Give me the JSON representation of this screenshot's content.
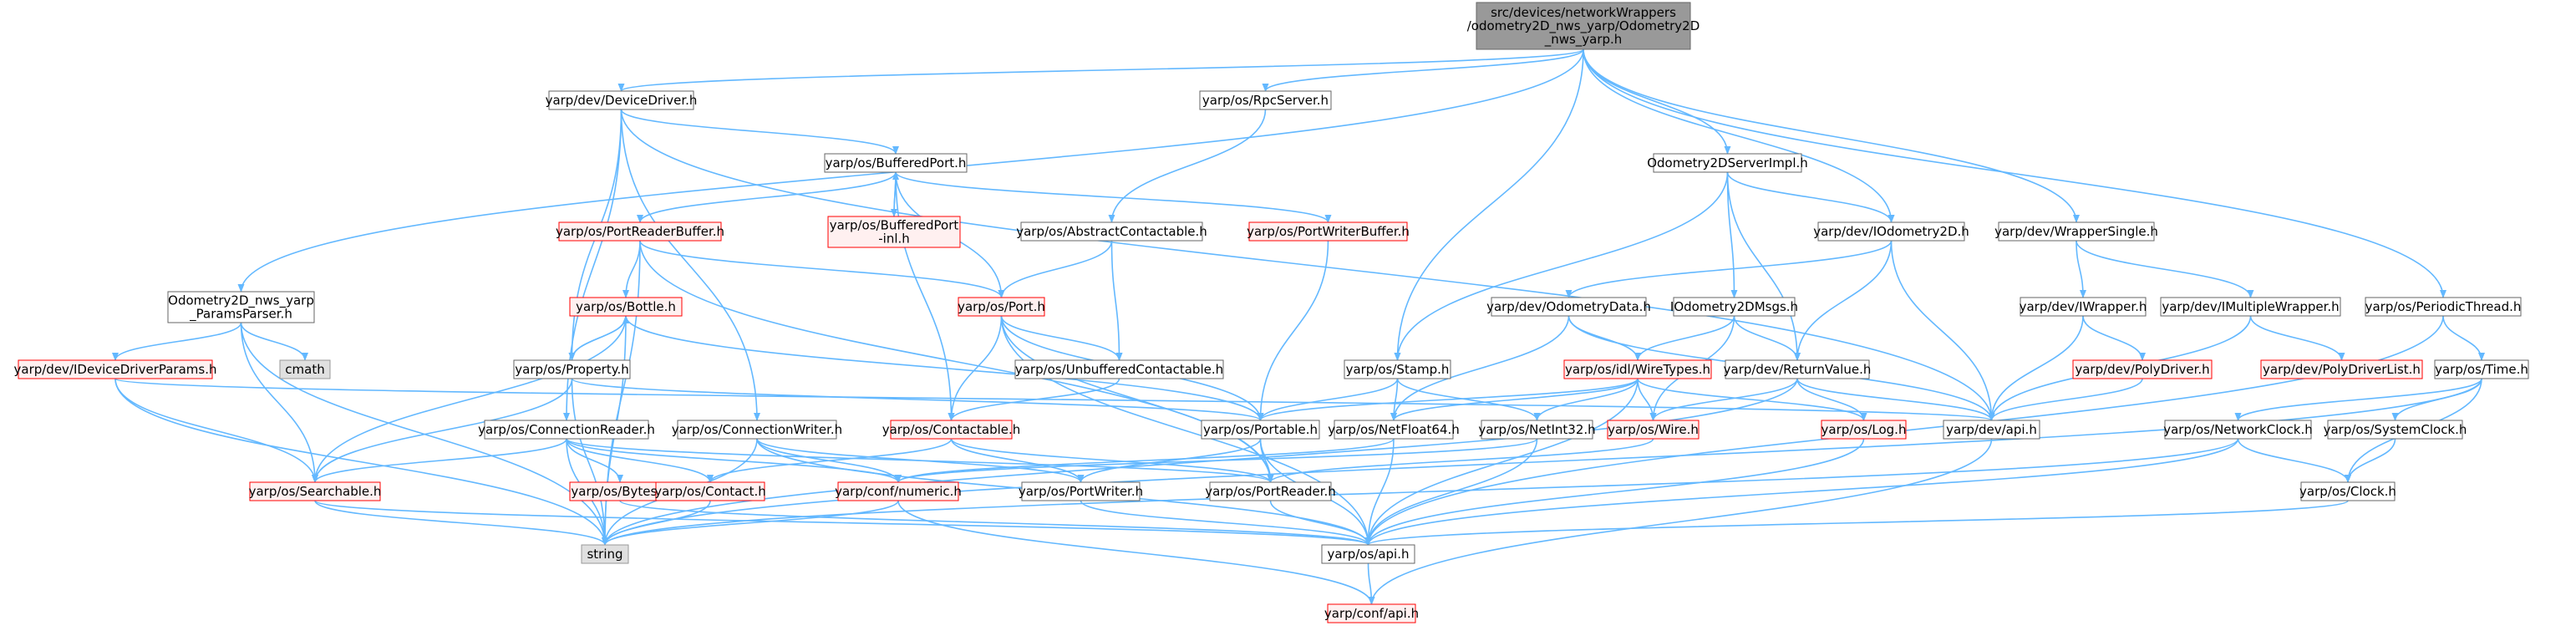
{
  "graph": {
    "colors": {
      "edge": "#63b8ff",
      "root_fill": "#999999",
      "root_border": "#666666",
      "normal_fill": "#ffffff",
      "normal_border": "#666666",
      "truncated_fill": "#fff0f0",
      "truncated_border": "#ff0000",
      "external_fill": "#e0e0e0",
      "external_border": "#999999"
    },
    "nodes": [
      {
        "id": "root",
        "label": [
          "src/devices/networkWrappers",
          "/odometry2D_nws_yarp/Odometry2D",
          "_nws_yarp.h"
        ],
        "style": "root"
      },
      {
        "id": "devicedriver",
        "label": [
          "yarp/dev/DeviceDriver.h"
        ],
        "style": "normal"
      },
      {
        "id": "rpcserver",
        "label": [
          "yarp/os/RpcServer.h"
        ],
        "style": "normal"
      },
      {
        "id": "odoserverimpl",
        "label": [
          "Odometry2DServerImpl.h"
        ],
        "style": "normal"
      },
      {
        "id": "bufferedport",
        "label": [
          "yarp/os/BufferedPort.h"
        ],
        "style": "normal"
      },
      {
        "id": "bufferedportinl",
        "label": [
          "yarp/os/BufferedPort",
          "-inl.h"
        ],
        "style": "truncated"
      },
      {
        "id": "abstractcontactable",
        "label": [
          "yarp/os/AbstractContactable.h"
        ],
        "style": "normal"
      },
      {
        "id": "portwriterbuffer",
        "label": [
          "yarp/os/PortWriterBuffer.h"
        ],
        "style": "truncated"
      },
      {
        "id": "portreaderbuffer",
        "label": [
          "yarp/os/PortReaderBuffer.h"
        ],
        "style": "truncated"
      },
      {
        "id": "iodometry2d",
        "label": [
          "yarp/dev/IOdometry2D.h"
        ],
        "style": "normal"
      },
      {
        "id": "wrappersingle",
        "label": [
          "yarp/dev/WrapperSingle.h"
        ],
        "style": "normal"
      },
      {
        "id": "paramsparser",
        "label": [
          "Odometry2D_nws_yarp",
          "_ParamsParser.h"
        ],
        "style": "normal"
      },
      {
        "id": "bottle",
        "label": [
          "yarp/os/Bottle.h"
        ],
        "style": "truncated"
      },
      {
        "id": "port",
        "label": [
          "yarp/os/Port.h"
        ],
        "style": "truncated"
      },
      {
        "id": "odometrydata",
        "label": [
          "yarp/dev/OdometryData.h"
        ],
        "style": "normal"
      },
      {
        "id": "iodomsgs",
        "label": [
          "IOdometry2DMsgs.h"
        ],
        "style": "normal"
      },
      {
        "id": "iwrapper",
        "label": [
          "yarp/dev/IWrapper.h"
        ],
        "style": "normal"
      },
      {
        "id": "imultiplewrapper",
        "label": [
          "yarp/dev/IMultipleWrapper.h"
        ],
        "style": "normal"
      },
      {
        "id": "periodicthread",
        "label": [
          "yarp/os/PeriodicThread.h"
        ],
        "style": "normal"
      },
      {
        "id": "cmath",
        "label": [
          "cmath"
        ],
        "style": "external"
      },
      {
        "id": "ideviceparams",
        "label": [
          "yarp/dev/IDeviceDriverParams.h"
        ],
        "style": "truncated"
      },
      {
        "id": "property",
        "label": [
          "yarp/os/Property.h"
        ],
        "style": "normal"
      },
      {
        "id": "unbuffered",
        "label": [
          "yarp/os/UnbufferedContactable.h"
        ],
        "style": "normal"
      },
      {
        "id": "stamp",
        "label": [
          "yarp/os/Stamp.h"
        ],
        "style": "normal"
      },
      {
        "id": "wiretypes",
        "label": [
          "yarp/os/idl/WireTypes.h"
        ],
        "style": "truncated"
      },
      {
        "id": "returnvalue",
        "label": [
          "yarp/dev/ReturnValue.h"
        ],
        "style": "normal"
      },
      {
        "id": "polydriver",
        "label": [
          "yarp/dev/PolyDriver.h"
        ],
        "style": "truncated"
      },
      {
        "id": "polydriverlist",
        "label": [
          "yarp/dev/PolyDriverList.h"
        ],
        "style": "truncated"
      },
      {
        "id": "time",
        "label": [
          "yarp/os/Time.h"
        ],
        "style": "normal"
      },
      {
        "id": "connreader",
        "label": [
          "yarp/os/ConnectionReader.h"
        ],
        "style": "normal"
      },
      {
        "id": "connwriter",
        "label": [
          "yarp/os/ConnectionWriter.h"
        ],
        "style": "normal"
      },
      {
        "id": "contactable",
        "label": [
          "yarp/os/Contactable.h"
        ],
        "style": "truncated"
      },
      {
        "id": "portable",
        "label": [
          "yarp/os/Portable.h"
        ],
        "style": "normal"
      },
      {
        "id": "netfloat64",
        "label": [
          "yarp/os/NetFloat64.h"
        ],
        "style": "normal"
      },
      {
        "id": "netint32",
        "label": [
          "yarp/os/NetInt32.h"
        ],
        "style": "normal"
      },
      {
        "id": "wire",
        "label": [
          "yarp/os/Wire.h"
        ],
        "style": "truncated"
      },
      {
        "id": "log",
        "label": [
          "yarp/os/Log.h"
        ],
        "style": "truncated"
      },
      {
        "id": "devapi",
        "label": [
          "yarp/dev/api.h"
        ],
        "style": "normal"
      },
      {
        "id": "networkclock",
        "label": [
          "yarp/os/NetworkClock.h"
        ],
        "style": "normal"
      },
      {
        "id": "systemclock",
        "label": [
          "yarp/os/SystemClock.h"
        ],
        "style": "normal"
      },
      {
        "id": "searchable",
        "label": [
          "yarp/os/Searchable.h"
        ],
        "style": "truncated"
      },
      {
        "id": "bytes",
        "label": [
          "yarp/os/Bytes.h"
        ],
        "style": "truncated"
      },
      {
        "id": "contact",
        "label": [
          "yarp/os/Contact.h"
        ],
        "style": "truncated"
      },
      {
        "id": "numeric",
        "label": [
          "yarp/conf/numeric.h"
        ],
        "style": "truncated"
      },
      {
        "id": "portwriter",
        "label": [
          "yarp/os/PortWriter.h"
        ],
        "style": "normal"
      },
      {
        "id": "portreader",
        "label": [
          "yarp/os/PortReader.h"
        ],
        "style": "normal"
      },
      {
        "id": "clock",
        "label": [
          "yarp/os/Clock.h"
        ],
        "style": "normal"
      },
      {
        "id": "string",
        "label": [
          "string"
        ],
        "style": "external"
      },
      {
        "id": "osapi",
        "label": [
          "yarp/os/api.h"
        ],
        "style": "normal"
      },
      {
        "id": "confapi",
        "label": [
          "yarp/conf/api.h"
        ],
        "style": "truncated"
      }
    ],
    "edges": [
      [
        "root",
        "devicedriver"
      ],
      [
        "root",
        "rpcserver"
      ],
      [
        "root",
        "odoserverimpl"
      ],
      [
        "root",
        "iodometry2d"
      ],
      [
        "root",
        "wrappersingle"
      ],
      [
        "root",
        "periodicthread"
      ],
      [
        "root",
        "paramsparser"
      ],
      [
        "root",
        "stamp"
      ],
      [
        "devicedriver",
        "bufferedport"
      ],
      [
        "devicedriver",
        "property"
      ],
      [
        "devicedriver",
        "connreader"
      ],
      [
        "devicedriver",
        "connwriter"
      ],
      [
        "devicedriver",
        "devapi"
      ],
      [
        "bufferedport",
        "bufferedportinl"
      ],
      [
        "bufferedportinl",
        "bufferedport"
      ],
      [
        "bufferedport",
        "portwriterbuffer"
      ],
      [
        "bufferedport",
        "portreaderbuffer"
      ],
      [
        "bufferedport",
        "port"
      ],
      [
        "bufferedport",
        "contactable"
      ],
      [
        "rpcserver",
        "abstractcontactable"
      ],
      [
        "abstractcontactable",
        "port"
      ],
      [
        "abstractcontactable",
        "unbuffered"
      ],
      [
        "portreaderbuffer",
        "bottle"
      ],
      [
        "portreaderbuffer",
        "port"
      ],
      [
        "portreaderbuffer",
        "string"
      ],
      [
        "portreaderbuffer",
        "portreader"
      ],
      [
        "portwriterbuffer",
        "portable"
      ],
      [
        "odoserverimpl",
        "iodometry2d"
      ],
      [
        "odoserverimpl",
        "iodomsgs"
      ],
      [
        "odoserverimpl",
        "stamp"
      ],
      [
        "odoserverimpl",
        "returnvalue"
      ],
      [
        "iodometry2d",
        "odometrydata"
      ],
      [
        "iodometry2d",
        "returnvalue"
      ],
      [
        "iodometry2d",
        "devapi"
      ],
      [
        "wrappersingle",
        "iwrapper"
      ],
      [
        "wrappersingle",
        "imultiplewrapper"
      ],
      [
        "iwrapper",
        "polydriver"
      ],
      [
        "iwrapper",
        "devapi"
      ],
      [
        "polydriver",
        "devapi"
      ],
      [
        "imultiplewrapper",
        "polydriverlist"
      ],
      [
        "imultiplewrapper",
        "devapi"
      ],
      [
        "periodicthread",
        "time"
      ],
      [
        "periodicthread",
        "osapi"
      ],
      [
        "paramsparser",
        "ideviceparams"
      ],
      [
        "paramsparser",
        "cmath"
      ],
      [
        "paramsparser",
        "searchable"
      ],
      [
        "paramsparser",
        "string"
      ],
      [
        "ideviceparams",
        "searchable"
      ],
      [
        "ideviceparams",
        "devapi"
      ],
      [
        "ideviceparams",
        "string"
      ],
      [
        "bottle",
        "property"
      ],
      [
        "property",
        "bottle"
      ],
      [
        "bottle",
        "portable"
      ],
      [
        "bottle",
        "searchable"
      ],
      [
        "bottle",
        "string"
      ],
      [
        "property",
        "searchable"
      ],
      [
        "property",
        "portable"
      ],
      [
        "property",
        "string"
      ],
      [
        "port",
        "unbuffered"
      ],
      [
        "port",
        "contactable"
      ],
      [
        "port",
        "portable"
      ],
      [
        "port",
        "portreader"
      ],
      [
        "port",
        "osapi"
      ],
      [
        "unbuffered",
        "contactable"
      ],
      [
        "odometrydata",
        "wiretypes"
      ],
      [
        "odometrydata",
        "netfloat64"
      ],
      [
        "odometrydata",
        "devapi"
      ],
      [
        "iodomsgs",
        "wiretypes"
      ],
      [
        "iodomsgs",
        "returnvalue"
      ],
      [
        "iodomsgs",
        "wire"
      ],
      [
        "wiretypes",
        "portable"
      ],
      [
        "wiretypes",
        "netint32"
      ],
      [
        "wiretypes",
        "netfloat64"
      ],
      [
        "wiretypes",
        "wire"
      ],
      [
        "wiretypes",
        "log"
      ],
      [
        "wiretypes",
        "osapi"
      ],
      [
        "returnvalue",
        "devapi"
      ],
      [
        "returnvalue",
        "log"
      ],
      [
        "returnvalue",
        "wire"
      ],
      [
        "returnvalue",
        "string"
      ],
      [
        "stamp",
        "portable"
      ],
      [
        "stamp",
        "netfloat64"
      ],
      [
        "stamp",
        "netint32"
      ],
      [
        "time",
        "networkclock"
      ],
      [
        "time",
        "systemclock"
      ],
      [
        "time",
        "clock"
      ],
      [
        "time",
        "string"
      ],
      [
        "connreader",
        "searchable"
      ],
      [
        "connreader",
        "bytes"
      ],
      [
        "connreader",
        "contact"
      ],
      [
        "connreader",
        "numeric"
      ],
      [
        "connreader",
        "string"
      ],
      [
        "connreader",
        "portreader"
      ],
      [
        "connwriter",
        "portwriter"
      ],
      [
        "connwriter",
        "numeric"
      ],
      [
        "connwriter",
        "string"
      ],
      [
        "connwriter",
        "osapi"
      ],
      [
        "contactable",
        "contact"
      ],
      [
        "contactable",
        "portwriter"
      ],
      [
        "contactable",
        "portreader"
      ],
      [
        "portable",
        "portwriter"
      ],
      [
        "portable",
        "portreader"
      ],
      [
        "portable",
        "osapi"
      ],
      [
        "netfloat64",
        "numeric"
      ],
      [
        "netfloat64",
        "osapi"
      ],
      [
        "netint32",
        "numeric"
      ],
      [
        "netint32",
        "osapi"
      ],
      [
        "wire",
        "portreader"
      ],
      [
        "log",
        "osapi"
      ],
      [
        "devapi",
        "confapi"
      ],
      [
        "networkclock",
        "clock"
      ],
      [
        "networkclock",
        "osapi"
      ],
      [
        "networkclock",
        "string"
      ],
      [
        "systemclock",
        "clock"
      ],
      [
        "clock",
        "osapi"
      ],
      [
        "searchable",
        "string"
      ],
      [
        "searchable",
        "osapi"
      ],
      [
        "bytes",
        "osapi"
      ],
      [
        "contact",
        "string"
      ],
      [
        "numeric",
        "confapi"
      ],
      [
        "numeric",
        "string"
      ],
      [
        "portwriter",
        "osapi"
      ],
      [
        "portreader",
        "osapi"
      ],
      [
        "osapi",
        "confapi"
      ]
    ]
  }
}
